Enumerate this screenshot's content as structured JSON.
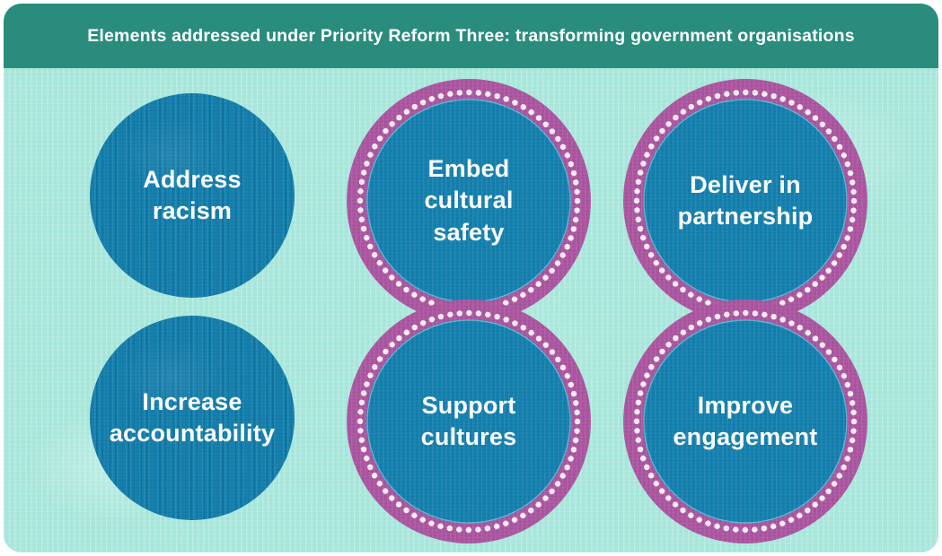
{
  "header": {
    "title": "Elements addressed under Priority Reform Three: transforming government organisations"
  },
  "circles": [
    {
      "id": "address-racism",
      "label": "Address\nracism",
      "ringed": false
    },
    {
      "id": "embed-cultural-safety",
      "label": "Embed\ncultural\nsafety",
      "ringed": true
    },
    {
      "id": "deliver-in-partnership",
      "label": "Deliver in\npartnership",
      "ringed": true
    },
    {
      "id": "increase-accountability",
      "label": "Increase\naccountability",
      "ringed": false
    },
    {
      "id": "support-cultures",
      "label": "Support\ncultures",
      "ringed": true
    },
    {
      "id": "improve-engagement",
      "label": "Improve\nengagement",
      "ringed": true
    }
  ],
  "colors": {
    "header_teal": "#298c7d",
    "background_mint": "#a7e6da",
    "circle_blue": "#1480ae",
    "ring_magenta": "#ac55a0",
    "ring_dots": "#f7eef5",
    "inner_outline": "#bfe2ef",
    "label_text": "#ffffff"
  }
}
